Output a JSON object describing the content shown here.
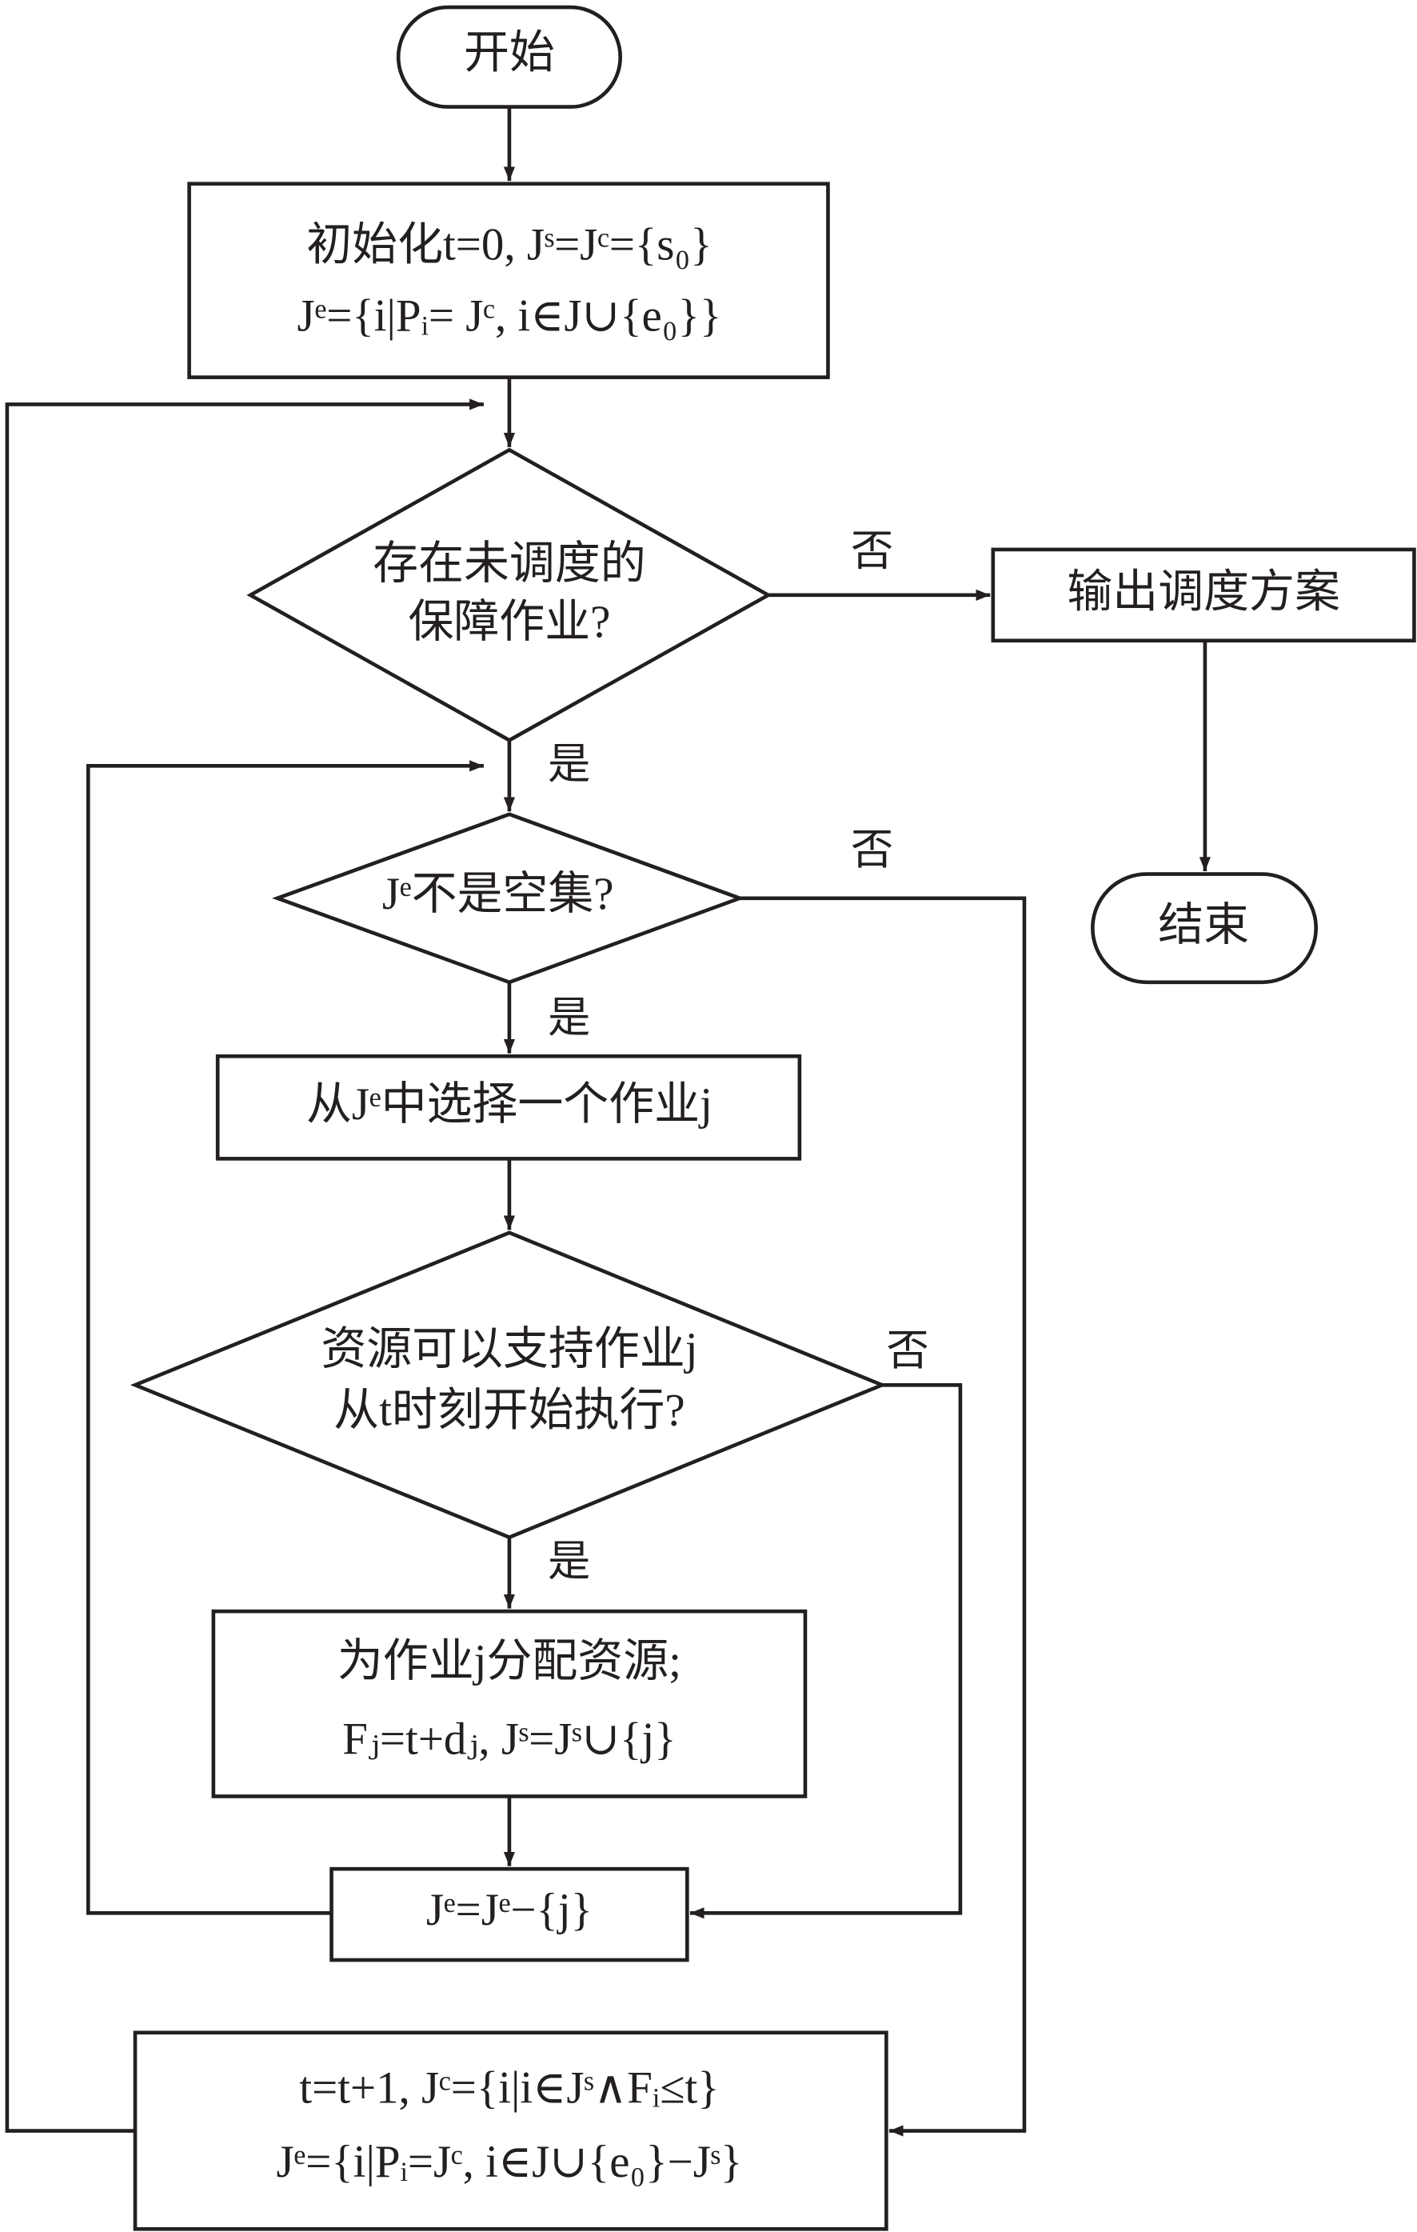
{
  "nodes": {
    "start": "开始",
    "init": [
      "初始化t=0, Jˢ=Jᶜ={s₀}",
      "Jᵉ={i|Pᵢ= Jᶜ, i∈J∪{e₀}}"
    ],
    "decision_unscheduled": [
      "存在未调度的",
      "保障作业?"
    ],
    "output": "输出调度方案",
    "end": "结束",
    "decision_nonempty": "Jᵉ不是空集?",
    "select": "从Jᵉ中选择一个作业j",
    "decision_resource": [
      "资源可以支持作业j",
      "从t时刻开始执行?"
    ],
    "allocate": [
      "为作业j分配资源;",
      "Fⱼ=t+dⱼ, Jˢ=Jˢ∪{j}"
    ],
    "remove": "Jᵉ=Jᵉ−{j}",
    "update": [
      "t=t+1, Jᶜ={i|i∈Jˢ∧Fᵢ≤t}",
      "Jᵉ={i|Pᵢ=Jᶜ, i∈J∪{e₀}−Jˢ}"
    ]
  },
  "edge_labels": {
    "no_1": "否",
    "yes_1": "是",
    "no_2": "否",
    "yes_2": "是",
    "no_3": "否",
    "yes_3": "是"
  }
}
